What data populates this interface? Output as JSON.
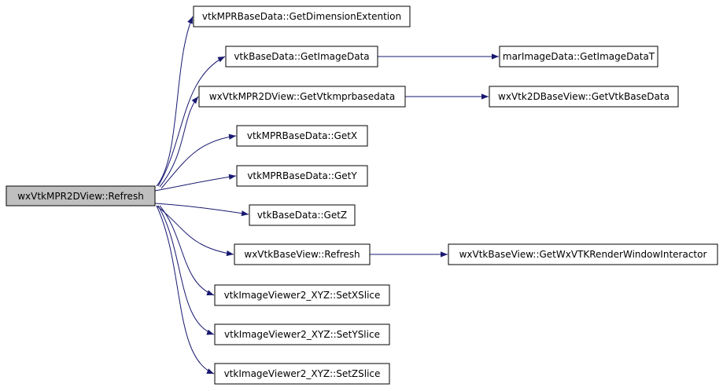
{
  "diagram": {
    "edge_color": "#191970",
    "root_fill": "#bfbfbf",
    "nodes": [
      {
        "id": "root",
        "label": "wxVtkMPR2DView::Refresh"
      },
      {
        "id": "n1",
        "label": "vtkMPRBaseData::GetDimensionExtention"
      },
      {
        "id": "n2",
        "label": "vtkBaseData::GetImageData"
      },
      {
        "id": "n3",
        "label": "marImageData::GetImageDataT"
      },
      {
        "id": "n4",
        "label": "wxVtkMPR2DView::GetVtkmprbasedata"
      },
      {
        "id": "n5",
        "label": "wxVtk2DBaseView::GetVtkBaseData"
      },
      {
        "id": "n6",
        "label": "vtkMPRBaseData::GetX"
      },
      {
        "id": "n7",
        "label": "vtkMPRBaseData::GetY"
      },
      {
        "id": "n8",
        "label": "vtkBaseData::GetZ"
      },
      {
        "id": "n9",
        "label": "wxVtkBaseView::Refresh"
      },
      {
        "id": "n10",
        "label": "wxVtkBaseView::GetWxVTKRenderWindowInteractor"
      },
      {
        "id": "n11",
        "label": "vtkImageViewer2_XYZ::SetXSlice"
      },
      {
        "id": "n12",
        "label": "vtkImageViewer2_XYZ::SetYSlice"
      },
      {
        "id": "n13",
        "label": "vtkImageViewer2_XYZ::SetZSlice"
      }
    ],
    "edges": [
      {
        "from": "root",
        "to": "n1"
      },
      {
        "from": "root",
        "to": "n2"
      },
      {
        "from": "n2",
        "to": "n3"
      },
      {
        "from": "root",
        "to": "n4"
      },
      {
        "from": "n4",
        "to": "n5"
      },
      {
        "from": "root",
        "to": "n6"
      },
      {
        "from": "root",
        "to": "n7"
      },
      {
        "from": "root",
        "to": "n8"
      },
      {
        "from": "root",
        "to": "n9"
      },
      {
        "from": "n9",
        "to": "n10"
      },
      {
        "from": "root",
        "to": "n11"
      },
      {
        "from": "root",
        "to": "n12"
      },
      {
        "from": "root",
        "to": "n13"
      }
    ]
  }
}
